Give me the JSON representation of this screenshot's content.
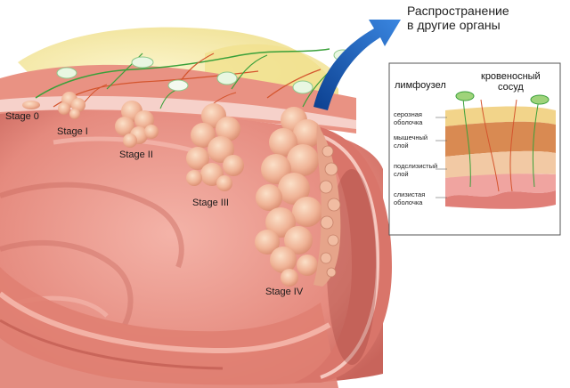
{
  "title_spread": {
    "line1": "Распространение",
    "line2": "в другие органы"
  },
  "stages": [
    {
      "label": "Stage 0"
    },
    {
      "label": "Stage I"
    },
    {
      "label": "Stage II"
    },
    {
      "label": "Stage III"
    },
    {
      "label": "Stage IV"
    }
  ],
  "inset": {
    "lymph_node": "лимфоузел",
    "vessel_line1": "кровеносный",
    "vessel_line2": "сосуд",
    "layers": [
      {
        "line1": "серозная",
        "line2": "оболочка"
      },
      {
        "line1": "мышечный",
        "line2": "слой"
      },
      {
        "line1": "подслизистый",
        "line2": "слой"
      },
      {
        "line1": "слизистая",
        "line2": "оболочка"
      }
    ]
  },
  "colors": {
    "tissue": "#e8877c",
    "tissue_dark": "#c9605a",
    "tumor": "#f2b79a",
    "fat": "#f3e79a",
    "arrow": "#1f5fbf",
    "vessel": "#d4552e",
    "lymph": "#3aa03a"
  }
}
